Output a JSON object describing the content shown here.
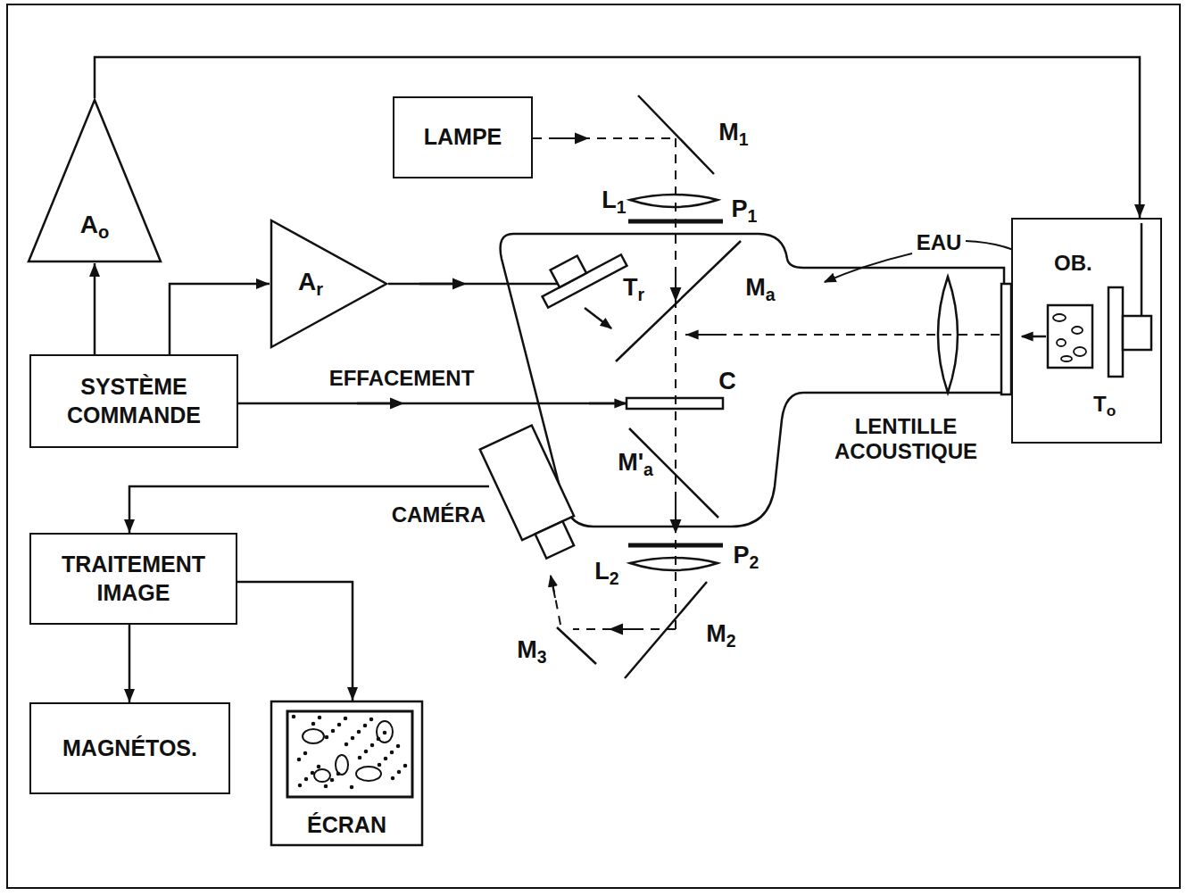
{
  "diagram": {
    "nodes": [
      {
        "text": [
          "LAMPE"
        ]
      },
      {
        "text": [
          "Ao"
        ]
      },
      {
        "text": [
          "Ar"
        ]
      },
      {
        "text": [
          "SYSTÈME COMMANDE"
        ]
      },
      {
        "text": [
          "CAMÉRA"
        ]
      },
      {
        "text": [
          "TRAITEMENT IMAGE"
        ]
      },
      {
        "text": [
          "MAGNÉTOS."
        ]
      },
      {
        "text": [
          "ÉCRAN"
        ]
      },
      {
        "text": [
          "OB.",
          "To"
        ]
      }
    ],
    "edges": [
      {
        "from": 3,
        "to": 1,
        "arrow": "to"
      },
      {
        "from": 1,
        "to": 8,
        "arrow": "to"
      },
      {
        "from": 3,
        "to": 2,
        "arrow": "to"
      },
      {
        "from": 4,
        "to": 5,
        "arrow": "to"
      },
      {
        "from": 5,
        "to": 6,
        "arrow": "to"
      },
      {
        "from": 5,
        "to": 7,
        "arrow": "to"
      }
    ],
    "labels": [
      "M1",
      "L1",
      "P1",
      "Tr",
      "Ma",
      "C",
      "M'a",
      "P2",
      "L2",
      "M2",
      "M3",
      "EAU",
      "EFFACEMENT",
      "LENTILLE ACOUSTIQUE"
    ]
  }
}
